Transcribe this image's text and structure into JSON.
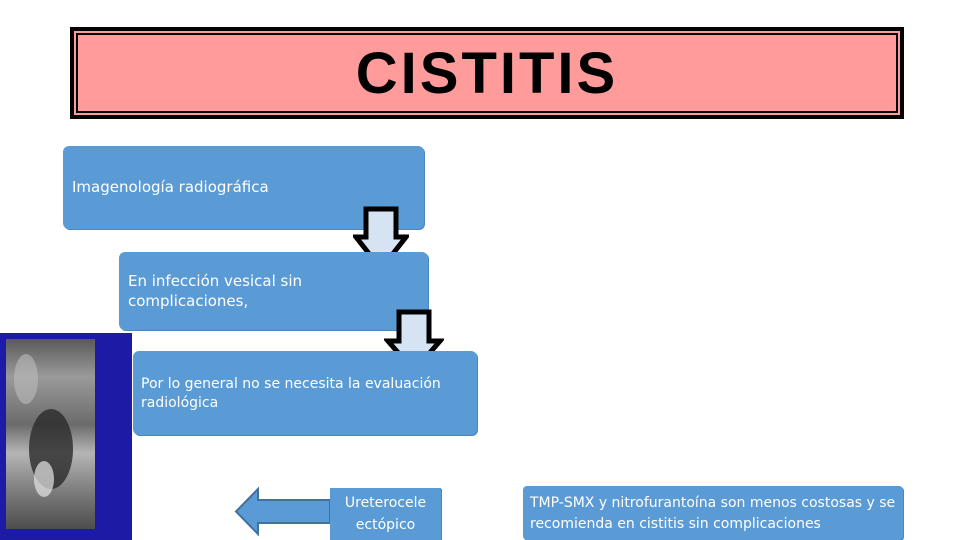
{
  "title": "CISTITIS",
  "boxes": {
    "imaging": "Imagenología radiográfica",
    "infection": "En infección vesical sin complicaciones,",
    "evaluation": "Por lo general no se necesita la evaluación radiológica",
    "ureterocele": "Ureterocele ectópico",
    "treatment": "TMP-SMX y nitrofurantoína son menos costosas y se recomienda en cistitis sin complicaciones"
  },
  "colors": {
    "title_bg": "#ff9b9b",
    "box_blue": "#5b9bd5",
    "arrow_fill": "#d6e3f3",
    "xray_frame": "#1d1aa6"
  },
  "icons": [
    "down-arrow-icon",
    "down-arrow-icon",
    "left-arrow-icon"
  ]
}
